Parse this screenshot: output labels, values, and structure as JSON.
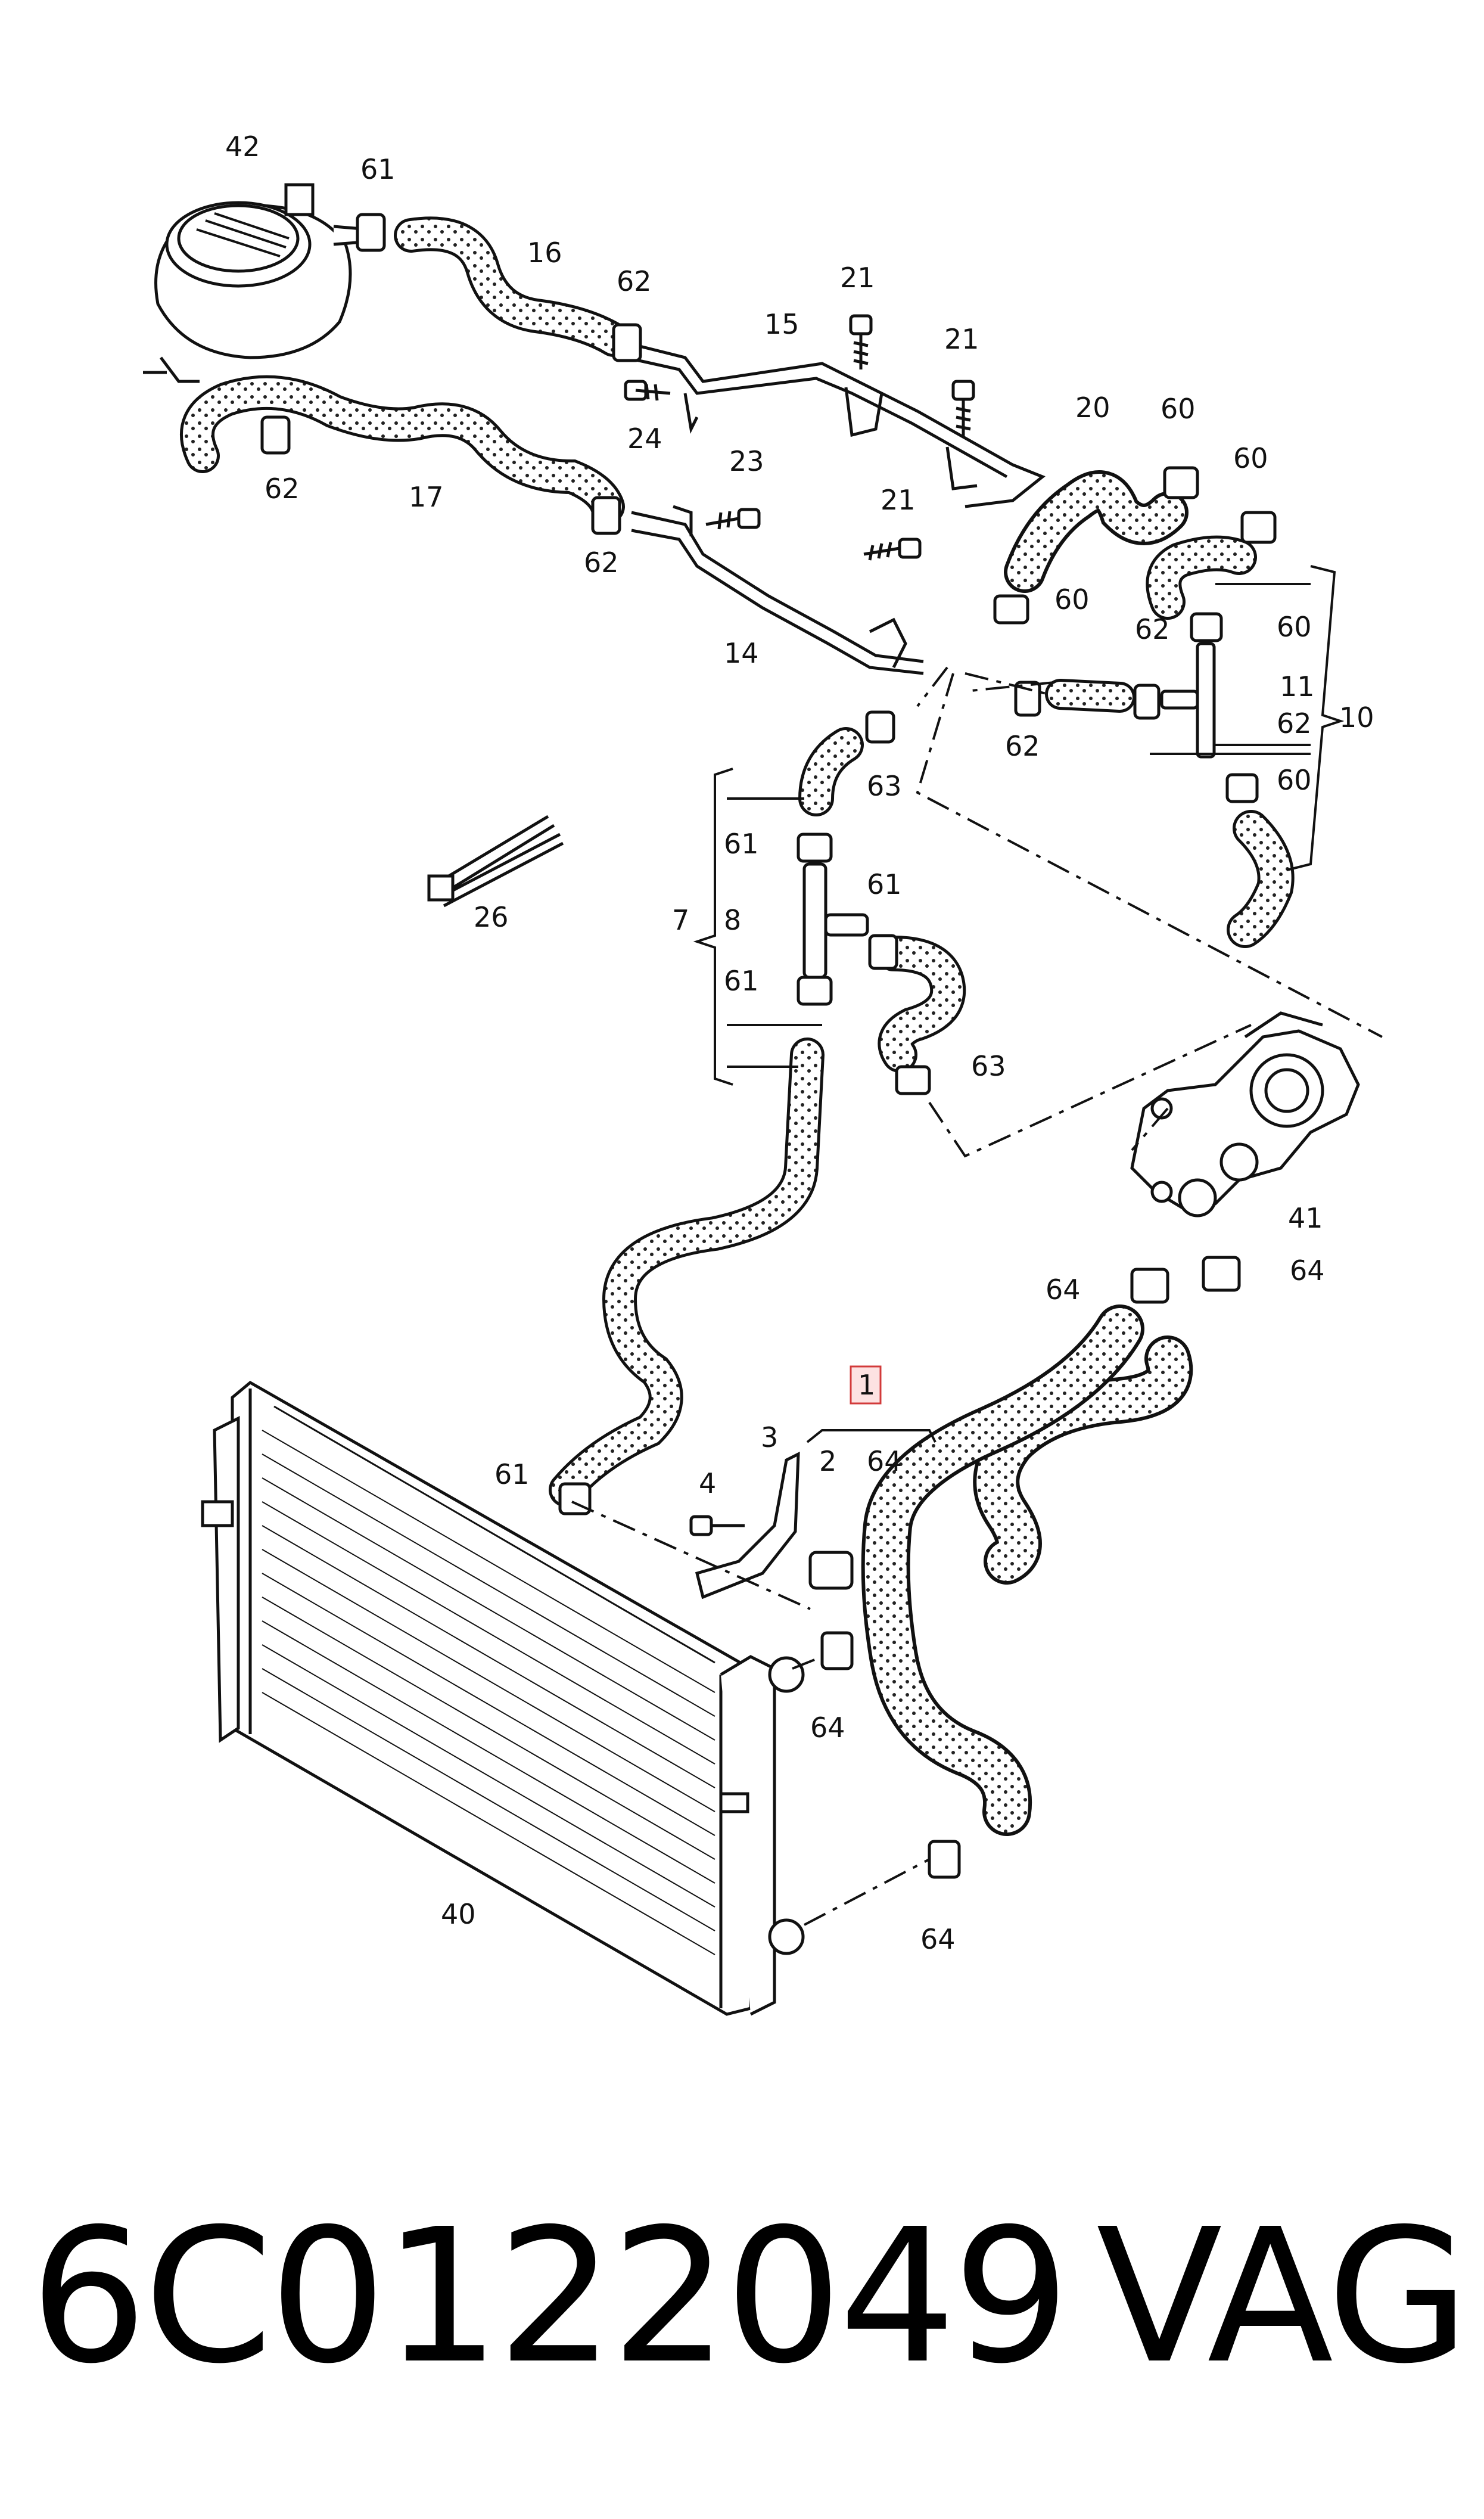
{
  "labels": {
    "l42": "42",
    "l61a": "61",
    "l16": "16",
    "l62a": "62",
    "l21a": "21",
    "l15": "15",
    "l21b": "21",
    "l24": "24",
    "l20": "20",
    "l60a": "60",
    "l60b": "60",
    "l62b": "62",
    "l17": "17",
    "l23": "23",
    "l21c": "21",
    "l62c": "62",
    "l14": "14",
    "l60c": "60",
    "l62d": "62",
    "l60d": "60",
    "l11": "11",
    "l62e": "62",
    "l10": "10",
    "l62f": "62",
    "l63a": "63",
    "l60e": "60",
    "l61b": "61",
    "l26": "26",
    "l7": "7",
    "l8": "8",
    "l61c": "61",
    "l61d": "61",
    "l63b": "63",
    "l41": "41",
    "l64a": "64",
    "l64b": "64",
    "l1": "1",
    "l3": "3",
    "l2": "2",
    "l64c": "64",
    "l4": "4",
    "l61e": "61",
    "l64d": "64",
    "l64e": "64",
    "l40": "40"
  },
  "footer": {
    "part_number": "6C0122049",
    "brand": "VAG"
  },
  "highlight": {
    "color": "#d23a3a",
    "fill": "#fde2e2"
  }
}
